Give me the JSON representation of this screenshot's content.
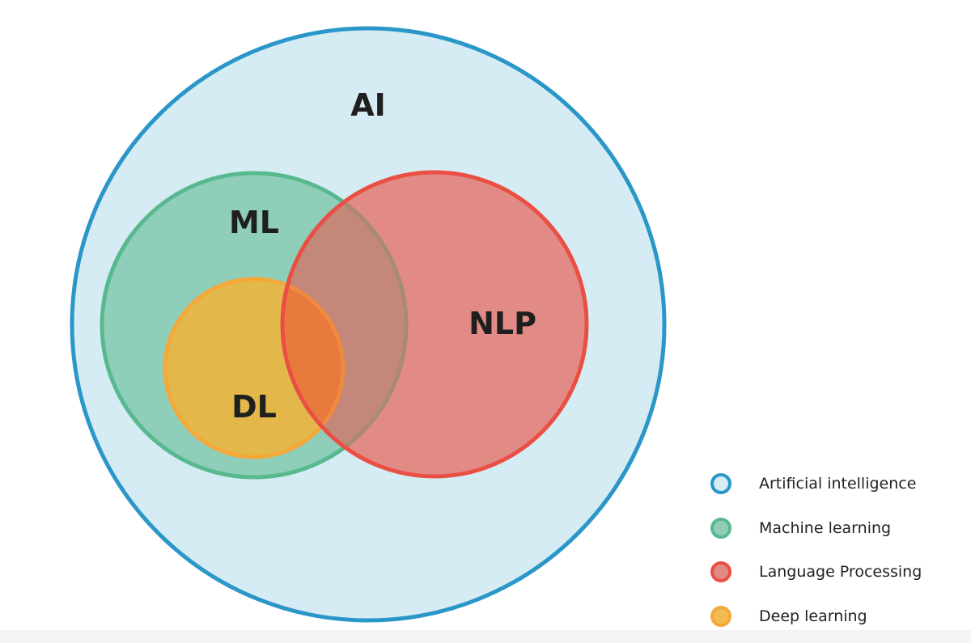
{
  "diagram": {
    "labels": {
      "ai": "AI",
      "ml": "ML",
      "dl": "DL",
      "nlp": "NLP"
    },
    "colors": {
      "ai_fill": "#d6ecf4",
      "ai_stroke": "#2b97c9",
      "ml_fill": "#8fceb9",
      "ml_stroke": "#58b98f",
      "nlp_fill": "#e28b86",
      "nlp_stroke": "#ea4f43",
      "dl_fill": "#e3b74a",
      "dl_stroke": "#f5a83a",
      "ml_nlp_overlap": "#c38879",
      "dl_nlp_overlap": "#e97a3e"
    }
  },
  "legend": {
    "items": [
      {
        "label": "Artificial intelligence",
        "fill": "#d6ecf4",
        "stroke": "#2b97c9"
      },
      {
        "label": "Machine learning",
        "fill": "#8fceb9",
        "stroke": "#58b98f"
      },
      {
        "label": "Language Processing",
        "fill": "#e28b86",
        "stroke": "#ea4f43"
      },
      {
        "label": "Deep learning",
        "fill": "#f0bb52",
        "stroke": "#f5a83a"
      }
    ]
  }
}
